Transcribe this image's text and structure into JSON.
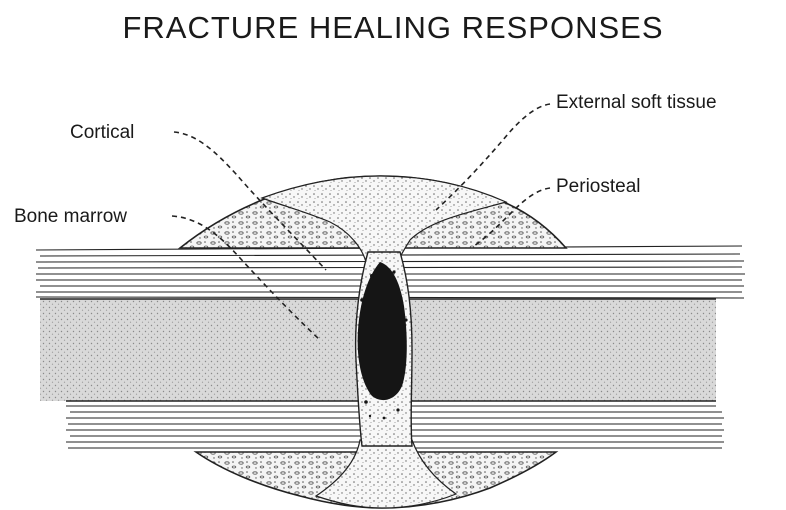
{
  "title": "FRACTURE HEALING RESPONSES",
  "labels": {
    "cortical": "Cortical",
    "bone_marrow": "Bone marrow",
    "external_soft_tissue": "External soft tissue",
    "periosteal": "Periosteal"
  },
  "colors": {
    "ink": "#1a1a1a",
    "marrow": "#d6d6d6",
    "callus": "#f2f2f2",
    "fracture_core": "#111111"
  }
}
